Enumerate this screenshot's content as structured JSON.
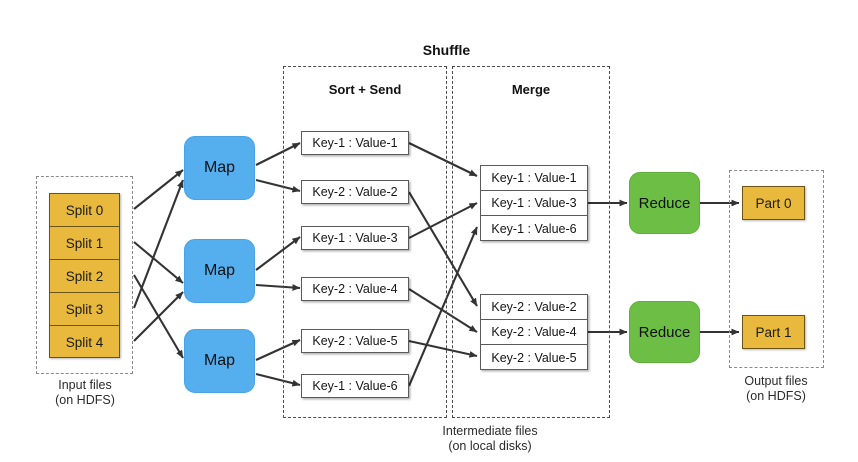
{
  "diagram": {
    "title": "Shuffle",
    "phases": {
      "sort_send": "Sort + Send",
      "merge": "Merge"
    },
    "captions": {
      "input": "Input files\n(on HDFS)",
      "intermediate": "Intermediate files\n(on local disks)",
      "output": "Output files\n(on HDFS)"
    },
    "colors": {
      "split": "#e8b93c",
      "split_border": "#6b5418",
      "map": "#55aeee",
      "reduce": "#6dbe45",
      "record": "#ffffff",
      "record_border": "#5a5a5a",
      "dashed": "#8a8a8a",
      "arrow": "#333333"
    },
    "input_splits": [
      {
        "label": "Split 0"
      },
      {
        "label": "Split 1"
      },
      {
        "label": "Split 2"
      },
      {
        "label": "Split 3"
      },
      {
        "label": "Split 4"
      }
    ],
    "mappers": [
      {
        "label": "Map"
      },
      {
        "label": "Map"
      },
      {
        "label": "Map"
      }
    ],
    "sort_send_records": [
      {
        "label": "Key-1 : Value-1"
      },
      {
        "label": "Key-2 : Value-2"
      },
      {
        "label": "Key-1 : Value-3"
      },
      {
        "label": "Key-2 : Value-4"
      },
      {
        "label": "Key-2 : Value-5"
      },
      {
        "label": "Key-1 : Value-6"
      }
    ],
    "merge_groups": [
      {
        "key": "Key-1",
        "rows": [
          {
            "label": "Key-1 : Value-1"
          },
          {
            "label": "Key-1 : Value-3"
          },
          {
            "label": "Key-1 : Value-6"
          }
        ]
      },
      {
        "key": "Key-2",
        "rows": [
          {
            "label": "Key-2 : Value-2"
          },
          {
            "label": "Key-2 : Value-4"
          },
          {
            "label": "Key-2 : Value-5"
          }
        ]
      }
    ],
    "reducers": [
      {
        "label": "Reduce"
      },
      {
        "label": "Reduce"
      }
    ],
    "output_parts": [
      {
        "label": "Part 0"
      },
      {
        "label": "Part 1"
      }
    ]
  }
}
